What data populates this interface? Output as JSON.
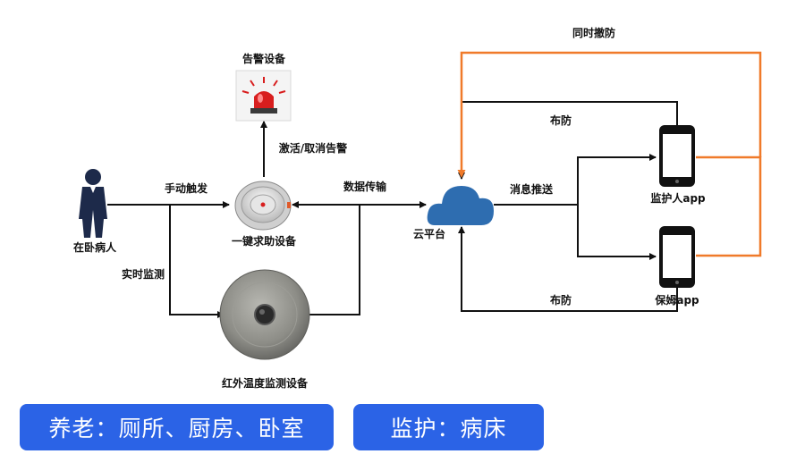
{
  "nodes": {
    "patient": "在卧病人",
    "sos_device": "一键求助设备",
    "alarm_device": "告警设备",
    "ir_sensor": "红外温度监测设备",
    "cloud": "云平台",
    "guardian_app": "监护人app",
    "nanny_app": "保姆app"
  },
  "edges": {
    "manual_trigger": "手动触发",
    "realtime_monitor": "实时监测",
    "activate_cancel": "激活/取消告警",
    "data_transfer": "数据传输",
    "push": "消息推送",
    "arm_top": "布防",
    "arm_bottom": "布防",
    "disarm": "同时撤防"
  },
  "tags": {
    "elderly": "养老：厕所、厨房、卧室",
    "monitoring": "监护：病床"
  },
  "colors": {
    "line": "#111111",
    "disarm_line": "#f07a2a",
    "cloud": "#2e6db0",
    "pill": "#2b63e6",
    "alarm_red": "#d81e1e"
  }
}
